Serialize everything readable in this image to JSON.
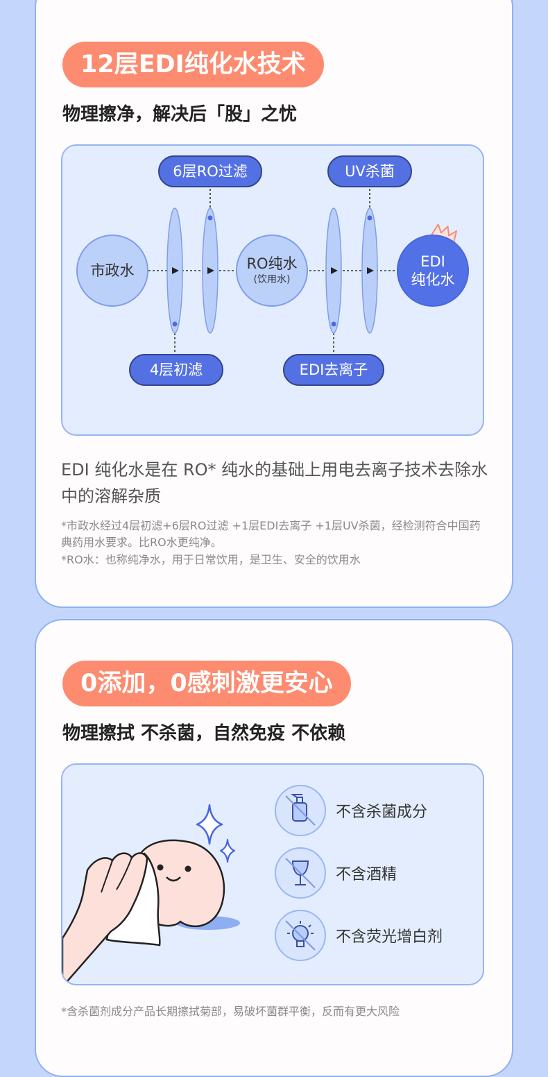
{
  "section1": {
    "title": "12层EDI纯化水技术",
    "subtitle": "物理擦净，解决后「股」之忧",
    "flow": {
      "nodes": [
        "市政水",
        "RO纯水",
        "(饮用水)",
        "EDI",
        "纯化水"
      ],
      "steps_top": [
        "6层RO过滤",
        "UV杀菌"
      ],
      "steps_bottom": [
        "4层初滤",
        "EDI去离子"
      ]
    },
    "description": "EDI 纯化水是在 RO* 纯水的基础上用电去离子技术去除水中的溶解杂质",
    "notes": [
      "*市政水经过4层初滤+6层RO过滤 +1层EDI去离子 +1层UV杀菌，经检测符合中国药典药用水要求。比RO水更纯净。",
      "*RO水：也称纯净水，用于日常饮用，是卫生、安全的饮用水"
    ]
  },
  "section2": {
    "title": "0添加，0感刺激更安心",
    "subtitle": "物理擦拭 不杀菌，自然免疫 不依赖",
    "features": [
      {
        "icon": "no-disinfectant-icon",
        "label": "不含杀菌成分"
      },
      {
        "icon": "no-alcohol-icon",
        "label": "不含酒精"
      },
      {
        "icon": "no-fluorescent-icon",
        "label": "不含荧光增白剂"
      }
    ],
    "note": "*含杀菌剂成分产品长期擦拭菊部，易破坏菌群平衡，反而有更大风险"
  },
  "colors": {
    "page_bg": "#c4d6fb",
    "accent_coral": "#fd8b70",
    "accent_blue": "#5471e4",
    "panel_bg": "#e3edfd"
  }
}
